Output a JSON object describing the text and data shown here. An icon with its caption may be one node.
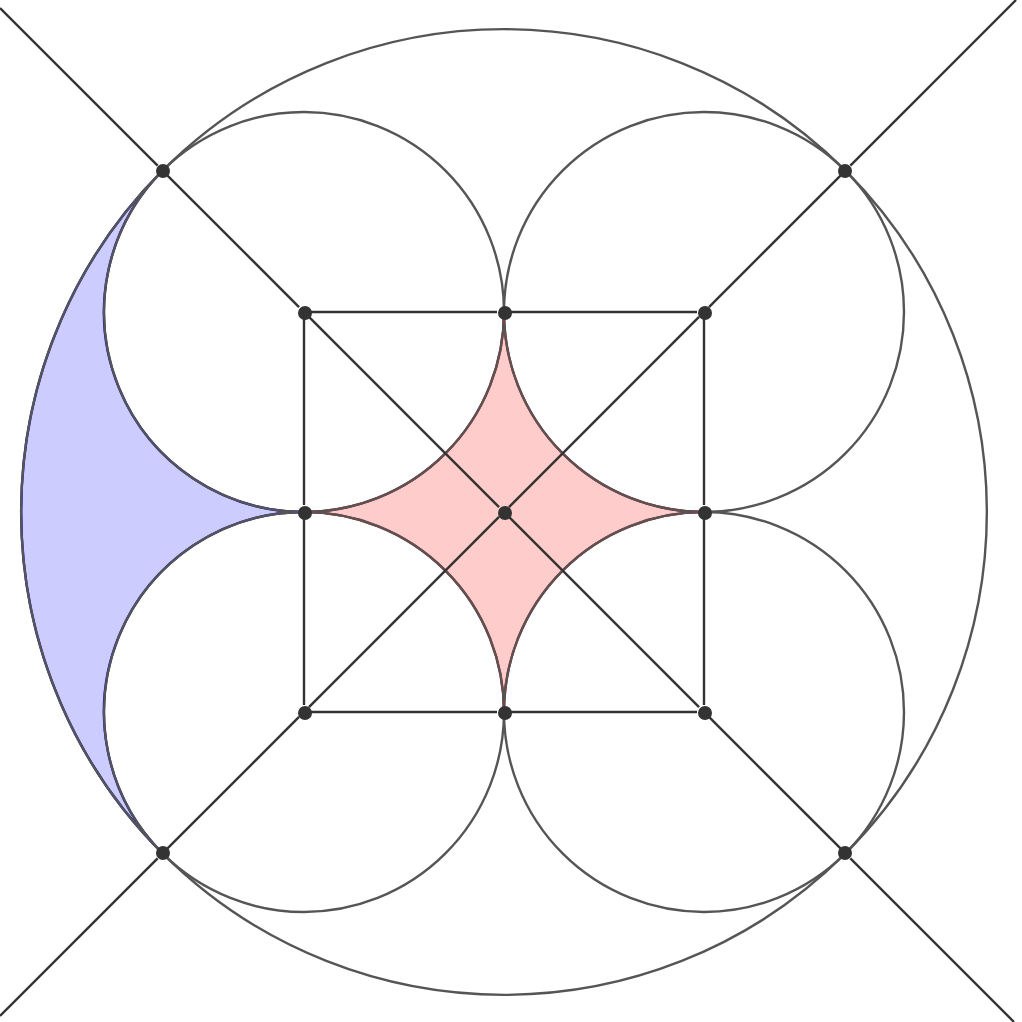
{
  "diagram": {
    "nodes": [
      {
        "text": [],
        "shape": "circle"
      },
      {
        "text": [],
        "shape": "circle"
      },
      {
        "text": [],
        "shape": "circle"
      },
      {
        "text": [],
        "shape": "circle"
      },
      {
        "text": [],
        "shape": "circle"
      },
      {
        "text": [],
        "shape": "circle"
      },
      {
        "text": [],
        "shape": "circle"
      },
      {
        "text": [],
        "shape": "circle"
      },
      {
        "text": [],
        "shape": "circle"
      },
      {
        "text": [],
        "shape": "circle"
      },
      {
        "text": [],
        "shape": "circle"
      },
      {
        "text": [],
        "shape": "circle"
      },
      {
        "text": [],
        "shape": "circle"
      }
    ],
    "edges": [
      {
        "from": 2,
        "to": 3,
        "arrow": "none"
      },
      {
        "from": 3,
        "to": 4,
        "arrow": "none"
      },
      {
        "from": 4,
        "to": 7,
        "arrow": "none"
      },
      {
        "from": 7,
        "to": 10,
        "arrow": "none"
      },
      {
        "from": 10,
        "to": 9,
        "arrow": "none"
      },
      {
        "from": 9,
        "to": 8,
        "arrow": "none"
      },
      {
        "from": 8,
        "to": 5,
        "arrow": "none"
      },
      {
        "from": 5,
        "to": 2,
        "arrow": "none"
      },
      {
        "from": null,
        "to": 0,
        "arrow": "none"
      },
      {
        "from": 0,
        "to": 2,
        "arrow": "none"
      },
      {
        "from": 2,
        "to": 6,
        "arrow": "none"
      },
      {
        "from": 6,
        "to": 10,
        "arrow": "none"
      },
      {
        "from": 10,
        "to": 12,
        "arrow": "none"
      },
      {
        "from": 12,
        "to": null,
        "arrow": "none"
      },
      {
        "from": null,
        "to": 1,
        "arrow": "none"
      },
      {
        "from": 1,
        "to": 4,
        "arrow": "none"
      },
      {
        "from": 4,
        "to": 6,
        "arrow": "none"
      },
      {
        "from": 6,
        "to": 8,
        "arrow": "none"
      },
      {
        "from": 8,
        "to": 11,
        "arrow": "none"
      },
      {
        "from": 11,
        "to": null,
        "arrow": "none"
      }
    ]
  }
}
